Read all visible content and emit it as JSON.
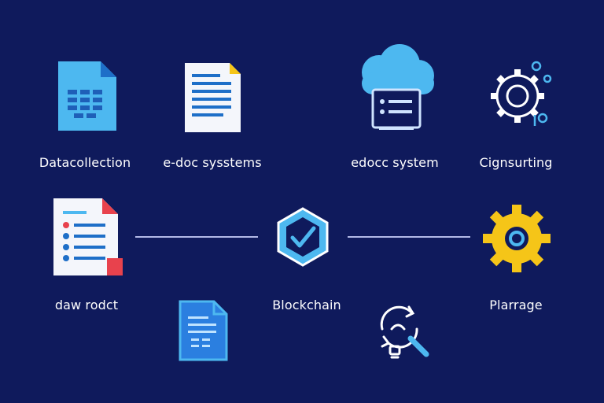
{
  "labels": {
    "data_collection": "Datacollection",
    "edoc_systems": "e-doc sysstems",
    "edocc_system": "edocc system",
    "cignsurting": "Cignsurting",
    "daw_rodct": "daw rodct",
    "blockchain": "Blockchain",
    "plarrage": "Plarrage"
  },
  "colors": {
    "background": "#0f1a5c",
    "doc_blue": "#4db8f0",
    "doc_dark": "#1e6fc8",
    "paper_white": "#f4f6fb",
    "accent_yellow": "#f5c518",
    "accent_red": "#e8424d",
    "line_white": "#cfd6ff"
  },
  "icons": [
    "spreadsheet-document-icon",
    "text-document-icon",
    "cloud-server-icon",
    "gears-icon",
    "list-document-icon",
    "blockchain-hexagon-check-icon",
    "blue-document-icon",
    "search-refresh-icon",
    "yellow-gear-icon"
  ]
}
